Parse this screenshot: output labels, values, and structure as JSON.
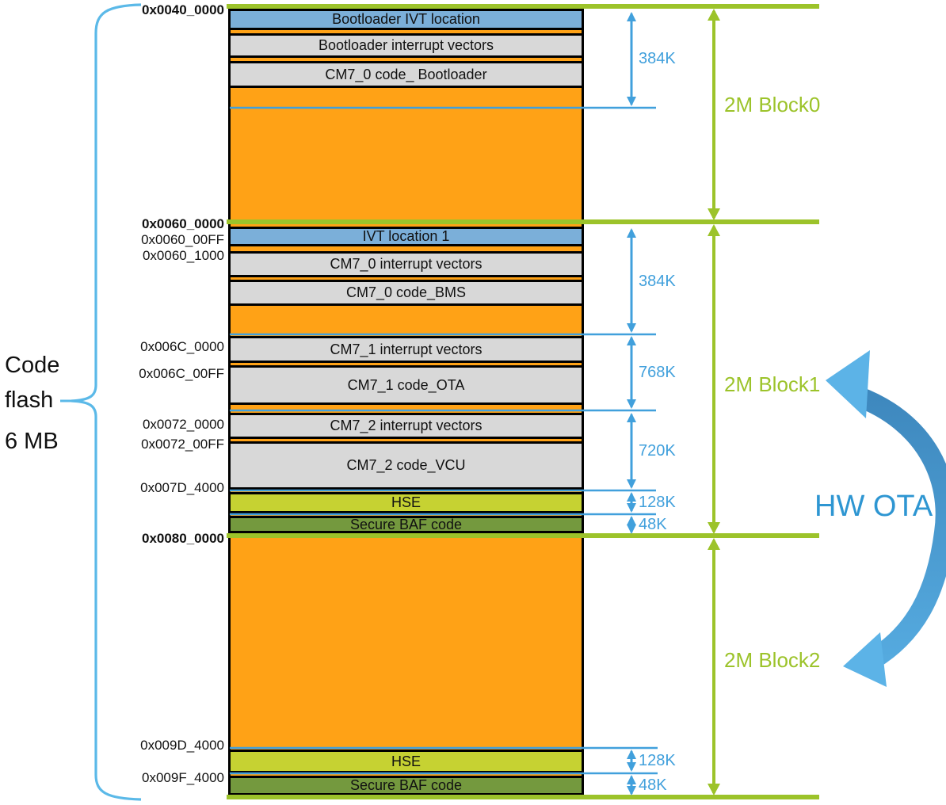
{
  "title_block": {
    "line1": "Code",
    "line2": "flash",
    "line3": "6 MB"
  },
  "addresses": [
    {
      "text": "0x0040_0000",
      "bold": true
    },
    {
      "text": "0x0060_0000",
      "bold": true
    },
    {
      "text": "0x0060_00FF",
      "bold": false
    },
    {
      "text": "0x0060_1000",
      "bold": false
    },
    {
      "text": "0x006C_0000",
      "bold": false
    },
    {
      "text": "0x006C_00FF",
      "bold": false
    },
    {
      "text": "0x0072_0000",
      "bold": false
    },
    {
      "text": "0x0072_00FF",
      "bold": false
    },
    {
      "text": "0x007D_4000",
      "bold": false
    },
    {
      "text": "0x0080_0000",
      "bold": true
    },
    {
      "text": "0x009D_4000",
      "bold": false
    },
    {
      "text": "0x009F_4000",
      "bold": false
    }
  ],
  "segments": [
    {
      "label": "Bootloader IVT location",
      "type": "ivt"
    },
    {
      "label": "Bootloader interrupt vectors",
      "type": "code"
    },
    {
      "label": "CM7_0 code_ Bootloader",
      "type": "code"
    },
    {
      "label": "IVT location 1",
      "type": "ivt"
    },
    {
      "label": "CM7_0 interrupt vectors",
      "type": "code"
    },
    {
      "label": "CM7_0 code_BMS",
      "type": "code"
    },
    {
      "label": "CM7_1 interrupt vectors",
      "type": "code"
    },
    {
      "label": "CM7_1 code_OTA",
      "type": "code"
    },
    {
      "label": "CM7_2 interrupt vectors",
      "type": "code"
    },
    {
      "label": "CM7_2 code_VCU",
      "type": "code"
    },
    {
      "label": "HSE",
      "type": "hse"
    },
    {
      "label": "Secure BAF code",
      "type": "baf"
    },
    {
      "label": "HSE",
      "type": "hse"
    },
    {
      "label": "Secure BAF code",
      "type": "baf"
    }
  ],
  "sizes": [
    "384K",
    "384K",
    "768K",
    "720K",
    "128K",
    "48K",
    "128K",
    "48K"
  ],
  "blocks": [
    "2M Block0",
    "2M Block1",
    "2M Block2"
  ],
  "hw_ota": "HW OTA",
  "colors": {
    "orange": "#FFA216",
    "gray": "#D8D8D8",
    "ivt-blue": "#7BAFD9",
    "hse-green": "#C6D232",
    "baf-green": "#74993E",
    "accent-green": "#9CC32A",
    "dim-blue": "#41A0DC",
    "bracket-blue": "#5BB9E8",
    "ota-blue": "#2E96D2",
    "ota-head": "#5CB3E7",
    "ota-body-dark": "#3E88BE",
    "ota-body-light": "#55AADF"
  }
}
